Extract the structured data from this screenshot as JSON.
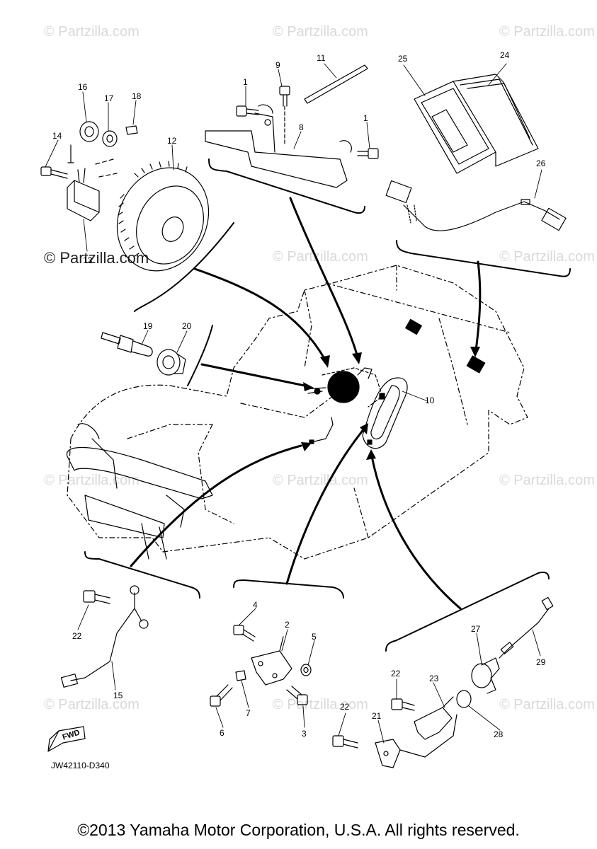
{
  "diagram_code": "JW42110-D340",
  "copyright": "©2013 Yamaha Motor Corporation, U.S.A. All rights reserved.",
  "watermark": "© Partzilla.com",
  "fwd_label": "FWD",
  "colors": {
    "line": "#000000",
    "watermark": "#d9d9d9",
    "background": "#ffffff"
  },
  "parts": {
    "p1a": "1",
    "p1b": "1",
    "p2": "2",
    "p3": "3",
    "p4": "4",
    "p5": "5",
    "p6": "6",
    "p7": "7",
    "p8": "8",
    "p9": "9",
    "p10": "10",
    "p11": "11",
    "p12": "12",
    "p13": "13",
    "p14": "14",
    "p15": "15",
    "p16": "16",
    "p17": "17",
    "p18": "18",
    "p19": "19",
    "p20": "20",
    "p21": "21",
    "p22a": "22",
    "p22b": "22",
    "p22c": "22",
    "p23": "23",
    "p24": "24",
    "p25": "25",
    "p26": "26",
    "p27": "27",
    "p28": "28",
    "p29": "29"
  }
}
